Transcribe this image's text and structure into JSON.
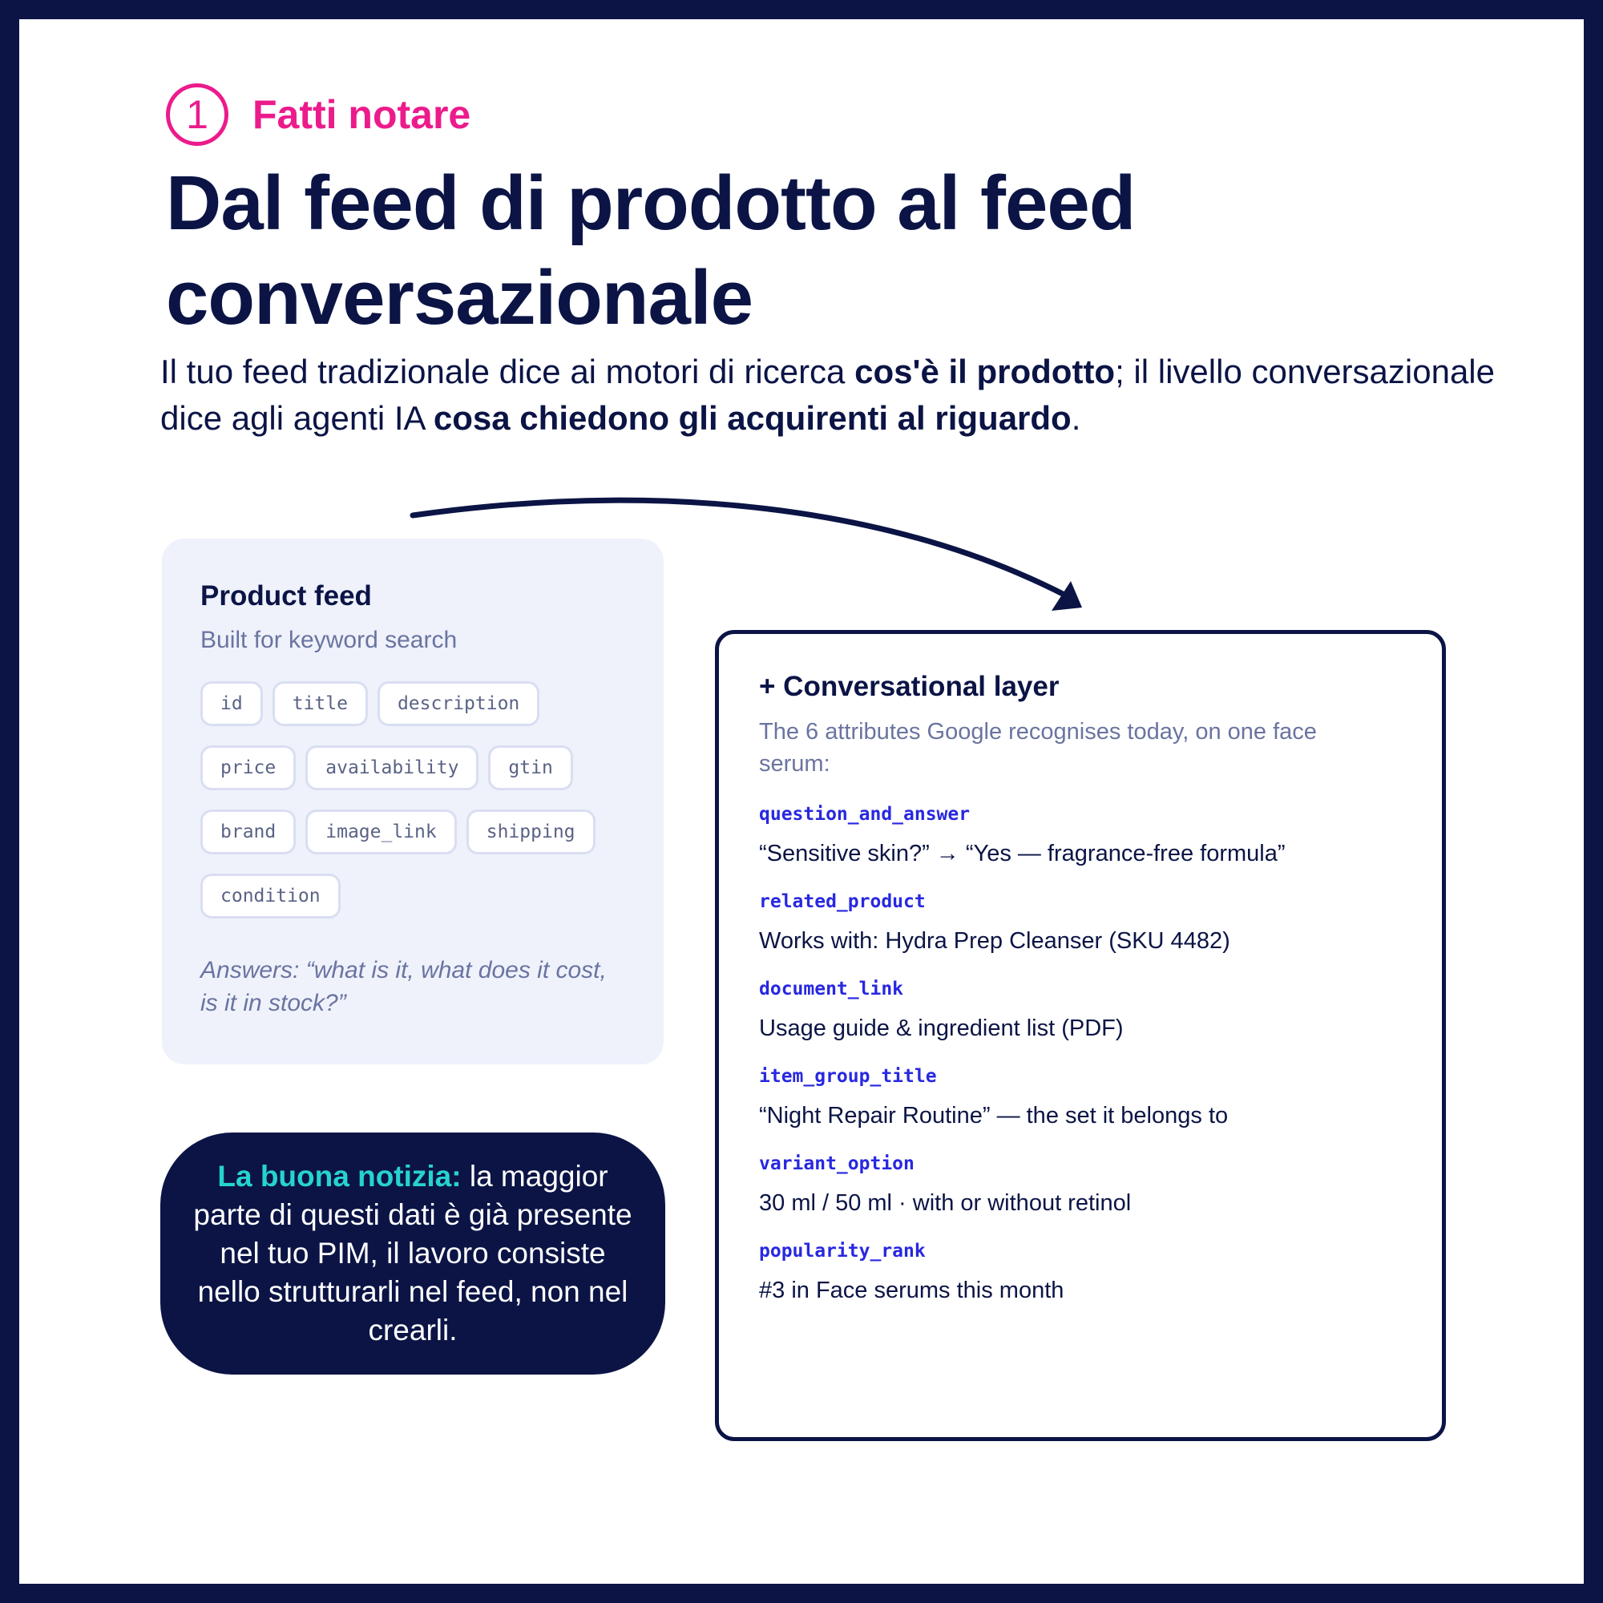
{
  "header": {
    "step_number": "1",
    "step_label": "Fatti notare",
    "title": "Dal feed di prodotto al feed conversazionale",
    "subtitle": {
      "part1": "Il tuo feed tradizionale dice ai motori di ricerca ",
      "bold1": "cos'è il prodotto",
      "part2": "; il livello conversazionale dice agli agenti IA ",
      "bold2": "cosa chiedono gli acquirenti al riguardo",
      "part3": "."
    }
  },
  "product_feed": {
    "title": "Product feed",
    "subtitle": "Built for keyword search",
    "tags": [
      "id",
      "title",
      "description",
      "price",
      "availability",
      "gtin",
      "brand",
      "image_link",
      "shipping",
      "condition"
    ],
    "answers": "Answers: “what is it, what does it cost, is it in stock?”"
  },
  "conversational_layer": {
    "title": "+ Conversational layer",
    "subtitle": "The 6 attributes Google recognises today, on one face serum:",
    "attributes": [
      {
        "key": "question_and_answer",
        "value": "“Sensitive skin?” → “Yes — fragrance-free formula”"
      },
      {
        "key": "related_product",
        "value": "Works with: Hydra Prep Cleanser (SKU 4482)"
      },
      {
        "key": "document_link",
        "value": "Usage guide & ingredient list (PDF)"
      },
      {
        "key": "item_group_title",
        "value": "“Night Repair Routine” — the set it belongs to"
      },
      {
        "key": "variant_option",
        "value": "30 ml / 50 ml · with or without retinol"
      },
      {
        "key": "popularity_rank",
        "value": "#3 in Face serums this month"
      }
    ]
  },
  "note": {
    "highlight": "La buona notizia:",
    "text": " la maggior parte di questi dati è già presente nel tuo PIM, il lavoro consiste nello strutturarli nel feed, non nel crearli."
  },
  "colors": {
    "navy": "#0b1445",
    "pink": "#ec1b8c",
    "teal": "#27d3cf",
    "code_blue": "#2828e0"
  }
}
